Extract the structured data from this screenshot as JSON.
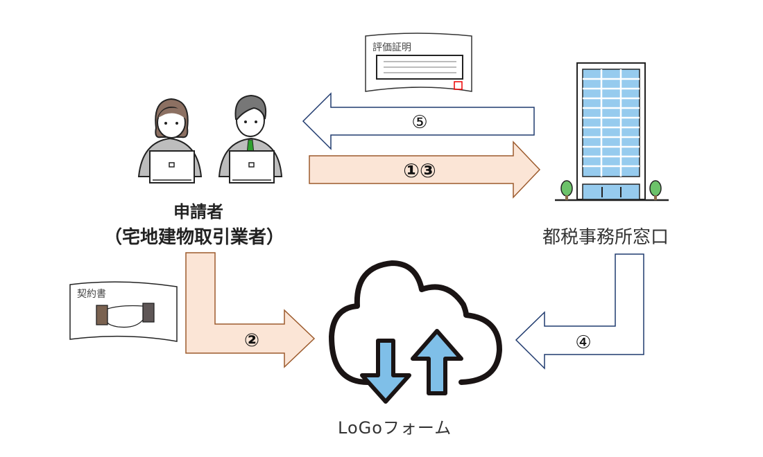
{
  "applicant": {
    "title": "申請者",
    "subtitle": "（宅地建物取引業者）"
  },
  "office": {
    "label": "都税事務所窓口"
  },
  "form": {
    "label": "LoGoフォーム"
  },
  "documents": {
    "certificate": "評価証明",
    "contract": "契約書"
  },
  "steps": {
    "s13": "①③",
    "s2": "②",
    "s4": "④",
    "s5": "⑤"
  },
  "colors": {
    "navy": "#1f3a6e",
    "peach": "#fbe5d6",
    "brown": "#9c5a2c",
    "sky": "#7fbfe8",
    "green": "#6cc26a"
  },
  "icons": [
    "person-woman-laptop-icon",
    "person-man-laptop-icon",
    "office-building-icon",
    "cloud-upload-download-icon",
    "handshake-icon"
  ]
}
